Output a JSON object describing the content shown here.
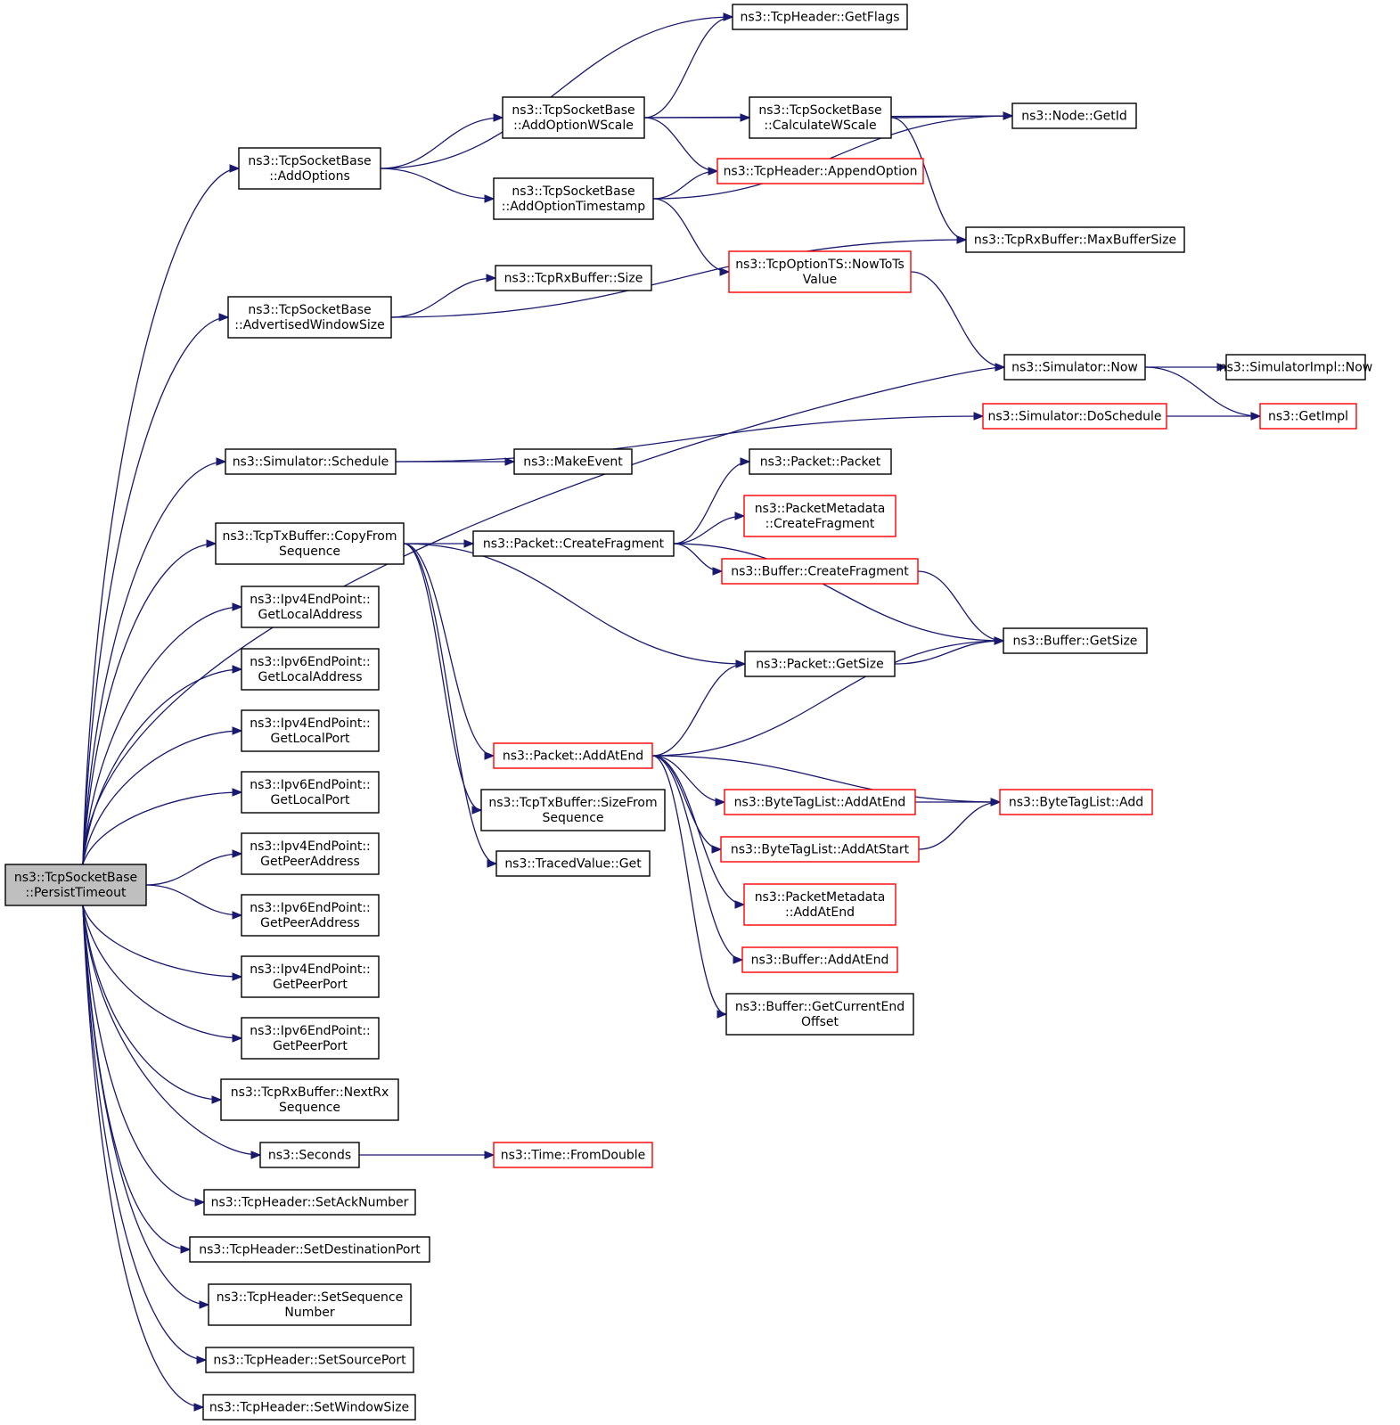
{
  "colors": {
    "edge": "#191970",
    "border": "#000000",
    "incomplete_border": "#ff0000",
    "root_fill": "#bfbfbf"
  },
  "nodes": [
    {
      "id": "root",
      "lines": [
        "ns3::TcpSocketBase",
        "::PersistTimeout"
      ],
      "style": "root"
    },
    {
      "id": "addOptions",
      "lines": [
        "ns3::TcpSocketBase",
        "::AddOptions"
      ],
      "style": "normal"
    },
    {
      "id": "advWin",
      "lines": [
        "ns3::TcpSocketBase",
        "::AdvertisedWindowSize"
      ],
      "style": "normal"
    },
    {
      "id": "schedule",
      "lines": [
        "ns3::Simulator::Schedule"
      ],
      "style": "normal"
    },
    {
      "id": "copyFrom",
      "lines": [
        "ns3::TcpTxBuffer::CopyFrom",
        "Sequence"
      ],
      "style": "normal"
    },
    {
      "id": "ip4LocAddr",
      "lines": [
        "ns3::Ipv4EndPoint::",
        "GetLocalAddress"
      ],
      "style": "normal"
    },
    {
      "id": "ip6LocAddr",
      "lines": [
        "ns3::Ipv6EndPoint::",
        "GetLocalAddress"
      ],
      "style": "normal"
    },
    {
      "id": "ip4LocPort",
      "lines": [
        "ns3::Ipv4EndPoint::",
        "GetLocalPort"
      ],
      "style": "normal"
    },
    {
      "id": "ip6LocPort",
      "lines": [
        "ns3::Ipv6EndPoint::",
        "GetLocalPort"
      ],
      "style": "normal"
    },
    {
      "id": "ip4PeerAddr",
      "lines": [
        "ns3::Ipv4EndPoint::",
        "GetPeerAddress"
      ],
      "style": "normal"
    },
    {
      "id": "ip6PeerAddr",
      "lines": [
        "ns3::Ipv6EndPoint::",
        "GetPeerAddress"
      ],
      "style": "normal"
    },
    {
      "id": "ip4PeerPort",
      "lines": [
        "ns3::Ipv4EndPoint::",
        "GetPeerPort"
      ],
      "style": "normal"
    },
    {
      "id": "ip6PeerPort",
      "lines": [
        "ns3::Ipv6EndPoint::",
        "GetPeerPort"
      ],
      "style": "normal"
    },
    {
      "id": "nextRx",
      "lines": [
        "ns3::TcpRxBuffer::NextRx",
        "Sequence"
      ],
      "style": "normal"
    },
    {
      "id": "seconds",
      "lines": [
        "ns3::Seconds"
      ],
      "style": "normal"
    },
    {
      "id": "setAck",
      "lines": [
        "ns3::TcpHeader::SetAckNumber"
      ],
      "style": "normal"
    },
    {
      "id": "setDest",
      "lines": [
        "ns3::TcpHeader::SetDestinationPort"
      ],
      "style": "normal"
    },
    {
      "id": "setSeq",
      "lines": [
        "ns3::TcpHeader::SetSequence",
        "Number"
      ],
      "style": "normal"
    },
    {
      "id": "setSrc",
      "lines": [
        "ns3::TcpHeader::SetSourcePort"
      ],
      "style": "normal"
    },
    {
      "id": "setWin",
      "lines": [
        "ns3::TcpHeader::SetWindowSize"
      ],
      "style": "normal"
    },
    {
      "id": "addWScale",
      "lines": [
        "ns3::TcpSocketBase",
        "::AddOptionWScale"
      ],
      "style": "normal"
    },
    {
      "id": "addTs",
      "lines": [
        "ns3::TcpSocketBase",
        "::AddOptionTimestamp"
      ],
      "style": "normal"
    },
    {
      "id": "rxSize",
      "lines": [
        "ns3::TcpRxBuffer::Size"
      ],
      "style": "normal"
    },
    {
      "id": "makeEvent",
      "lines": [
        "ns3::MakeEvent"
      ],
      "style": "normal"
    },
    {
      "id": "createFrag",
      "lines": [
        "ns3::Packet::CreateFragment"
      ],
      "style": "normal"
    },
    {
      "id": "addAtEnd",
      "lines": [
        "ns3::Packet::AddAtEnd"
      ],
      "style": "red"
    },
    {
      "id": "sizeFromSeq",
      "lines": [
        "ns3::TcpTxBuffer::SizeFrom",
        "Sequence"
      ],
      "style": "normal"
    },
    {
      "id": "tracedGet",
      "lines": [
        "ns3::TracedValue::Get"
      ],
      "style": "normal"
    },
    {
      "id": "fromDouble",
      "lines": [
        "ns3::Time::FromDouble"
      ],
      "style": "red"
    },
    {
      "id": "getFlags",
      "lines": [
        "ns3::TcpHeader::GetFlags"
      ],
      "style": "normal"
    },
    {
      "id": "calcWScale",
      "lines": [
        "ns3::TcpSocketBase",
        "::CalculateWScale"
      ],
      "style": "normal"
    },
    {
      "id": "appendOpt",
      "lines": [
        "ns3::TcpHeader::AppendOption"
      ],
      "style": "red"
    },
    {
      "id": "nowToTs",
      "lines": [
        "ns3::TcpOptionTS::NowToTs",
        "Value"
      ],
      "style": "red"
    },
    {
      "id": "pktPacket",
      "lines": [
        "ns3::Packet::Packet"
      ],
      "style": "normal"
    },
    {
      "id": "pmCreateFrag",
      "lines": [
        "ns3::PacketMetadata",
        "::CreateFragment"
      ],
      "style": "red"
    },
    {
      "id": "bufCreateFrag",
      "lines": [
        "ns3::Buffer::CreateFragment"
      ],
      "style": "red"
    },
    {
      "id": "pktGetSize",
      "lines": [
        "ns3::Packet::GetSize"
      ],
      "style": "normal"
    },
    {
      "id": "btlAddAtEnd",
      "lines": [
        "ns3::ByteTagList::AddAtEnd"
      ],
      "style": "red"
    },
    {
      "id": "btlAddAtStart",
      "lines": [
        "ns3::ByteTagList::AddAtStart"
      ],
      "style": "red"
    },
    {
      "id": "pmAddAtEnd",
      "lines": [
        "ns3::PacketMetadata",
        "::AddAtEnd"
      ],
      "style": "red"
    },
    {
      "id": "bufAddAtEnd",
      "lines": [
        "ns3::Buffer::AddAtEnd"
      ],
      "style": "red"
    },
    {
      "id": "bufGetCurEnd",
      "lines": [
        "ns3::Buffer::GetCurrentEnd",
        "Offset"
      ],
      "style": "normal"
    },
    {
      "id": "nodeGetId",
      "lines": [
        "ns3::Node::GetId"
      ],
      "style": "normal"
    },
    {
      "id": "maxBufSize",
      "lines": [
        "ns3::TcpRxBuffer::MaxBufferSize"
      ],
      "style": "normal"
    },
    {
      "id": "simNow",
      "lines": [
        "ns3::Simulator::Now"
      ],
      "style": "normal"
    },
    {
      "id": "doSchedule",
      "lines": [
        "ns3::Simulator::DoSchedule"
      ],
      "style": "red"
    },
    {
      "id": "bufGetSize",
      "lines": [
        "ns3::Buffer::GetSize"
      ],
      "style": "normal"
    },
    {
      "id": "btlAdd",
      "lines": [
        "ns3::ByteTagList::Add"
      ],
      "style": "red"
    },
    {
      "id": "simImplNow",
      "lines": [
        "ns3::SimulatorImpl::Now"
      ],
      "style": "normal"
    },
    {
      "id": "getImpl",
      "lines": [
        "ns3::GetImpl"
      ],
      "style": "red"
    }
  ],
  "edges": [
    [
      "root",
      "addOptions"
    ],
    [
      "root",
      "advWin"
    ],
    [
      "root",
      "simNow"
    ],
    [
      "root",
      "schedule"
    ],
    [
      "root",
      "copyFrom"
    ],
    [
      "root",
      "ip4LocAddr"
    ],
    [
      "root",
      "ip6LocAddr"
    ],
    [
      "root",
      "ip4LocPort"
    ],
    [
      "root",
      "ip6LocPort"
    ],
    [
      "root",
      "ip4PeerAddr"
    ],
    [
      "root",
      "ip6PeerAddr"
    ],
    [
      "root",
      "ip4PeerPort"
    ],
    [
      "root",
      "ip6PeerPort"
    ],
    [
      "root",
      "nextRx"
    ],
    [
      "root",
      "seconds"
    ],
    [
      "root",
      "setAck"
    ],
    [
      "root",
      "setDest"
    ],
    [
      "root",
      "setSeq"
    ],
    [
      "root",
      "setSrc"
    ],
    [
      "root",
      "setWin"
    ],
    [
      "addOptions",
      "getFlags"
    ],
    [
      "addOptions",
      "addWScale"
    ],
    [
      "addOptions",
      "addTs"
    ],
    [
      "addWScale",
      "getFlags"
    ],
    [
      "addWScale",
      "nodeGetId"
    ],
    [
      "addWScale",
      "calcWScale"
    ],
    [
      "addWScale",
      "appendOpt"
    ],
    [
      "calcWScale",
      "nodeGetId"
    ],
    [
      "calcWScale",
      "maxBufSize"
    ],
    [
      "addTs",
      "appendOpt"
    ],
    [
      "addTs",
      "nodeGetId"
    ],
    [
      "addTs",
      "nowToTs"
    ],
    [
      "nowToTs",
      "simNow"
    ],
    [
      "advWin",
      "rxSize"
    ],
    [
      "advWin",
      "maxBufSize"
    ],
    [
      "simNow",
      "simImplNow"
    ],
    [
      "simNow",
      "getImpl"
    ],
    [
      "schedule",
      "doSchedule"
    ],
    [
      "schedule",
      "makeEvent"
    ],
    [
      "doSchedule",
      "getImpl"
    ],
    [
      "copyFrom",
      "createFrag"
    ],
    [
      "copyFrom",
      "pktGetSize"
    ],
    [
      "copyFrom",
      "addAtEnd"
    ],
    [
      "copyFrom",
      "sizeFromSeq"
    ],
    [
      "copyFrom",
      "tracedGet"
    ],
    [
      "createFrag",
      "pktPacket"
    ],
    [
      "createFrag",
      "pmCreateFrag"
    ],
    [
      "createFrag",
      "bufCreateFrag"
    ],
    [
      "createFrag",
      "bufGetSize"
    ],
    [
      "bufCreateFrag",
      "bufGetSize"
    ],
    [
      "pktGetSize",
      "bufGetSize"
    ],
    [
      "addAtEnd",
      "pktGetSize"
    ],
    [
      "addAtEnd",
      "bufGetSize"
    ],
    [
      "addAtEnd",
      "btlAdd"
    ],
    [
      "addAtEnd",
      "btlAddAtEnd"
    ],
    [
      "addAtEnd",
      "btlAddAtStart"
    ],
    [
      "addAtEnd",
      "pmAddAtEnd"
    ],
    [
      "addAtEnd",
      "bufAddAtEnd"
    ],
    [
      "addAtEnd",
      "bufGetCurEnd"
    ],
    [
      "btlAddAtEnd",
      "btlAdd"
    ],
    [
      "btlAddAtStart",
      "btlAdd"
    ],
    [
      "seconds",
      "fromDouble"
    ]
  ]
}
